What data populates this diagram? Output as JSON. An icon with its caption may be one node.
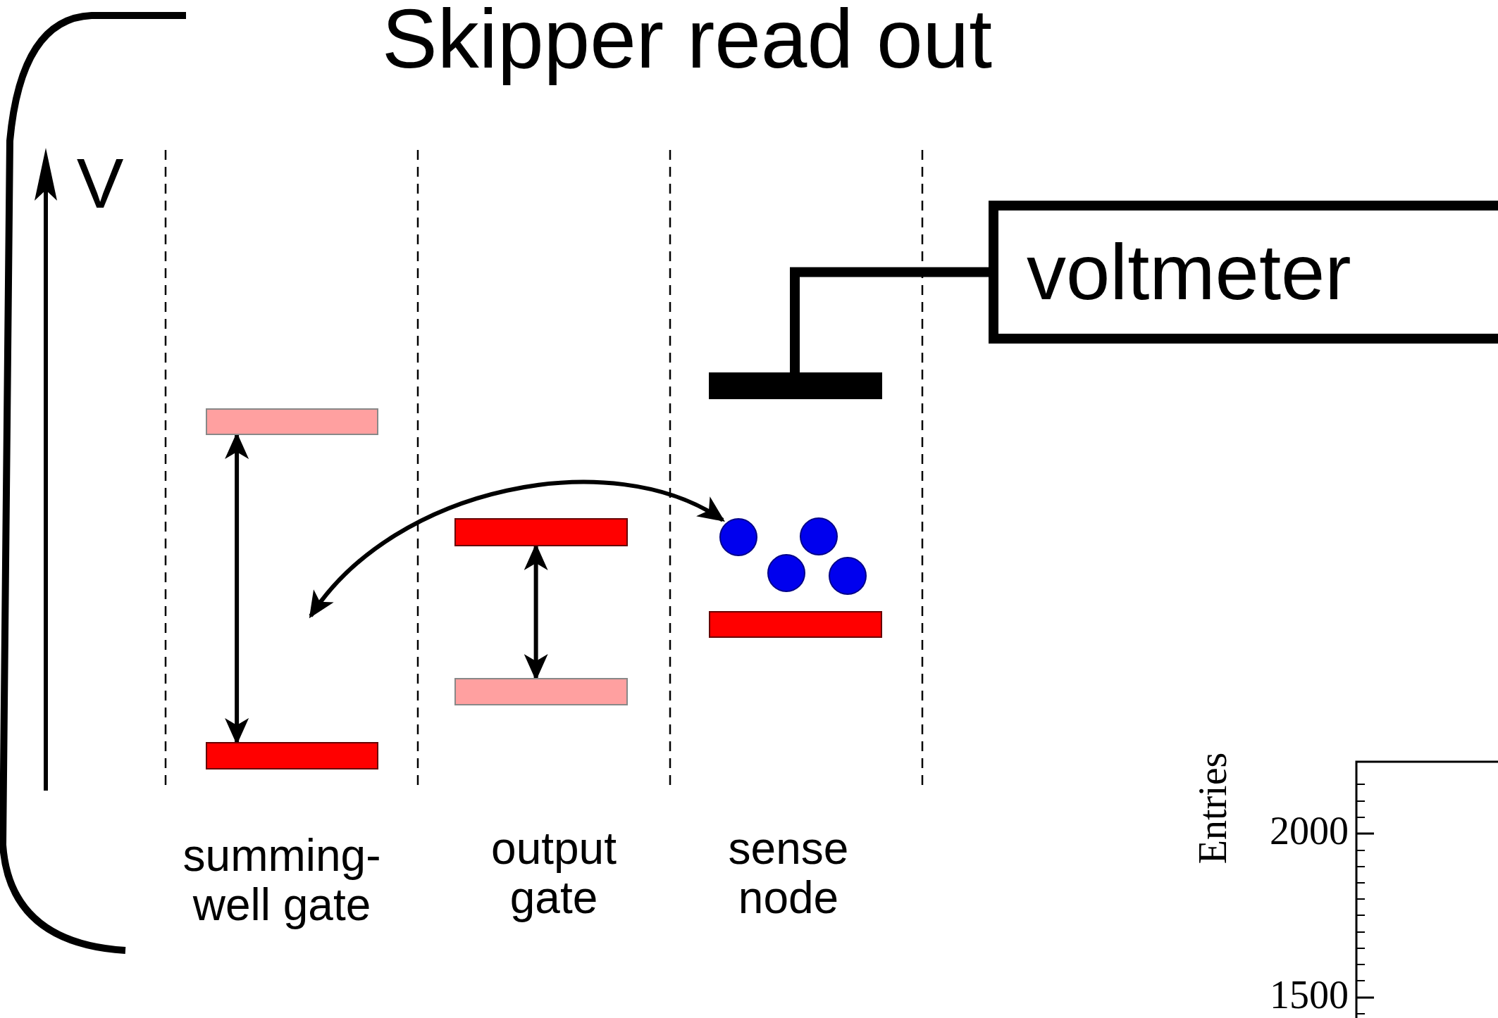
{
  "diagram": {
    "title": "Skipper read out",
    "nodes": [
      {
        "text": [
          "voltmeter"
        ]
      },
      {
        "text": [],
        "shape": "bar"
      },
      {
        "text": [],
        "shape": "bar"
      },
      {
        "text": [],
        "shape": "bar"
      },
      {
        "text": [],
        "shape": "circle"
      },
      {
        "text": [],
        "shape": "circle"
      },
      {
        "text": [],
        "shape": "circle"
      },
      {
        "text": [],
        "shape": "circle"
      },
      {
        "text": [],
        "shape": "bar"
      },
      {
        "text": [],
        "shape": "bar"
      },
      {
        "text": [],
        "shape": "bar"
      }
    ],
    "edges": [
      {
        "from": 2,
        "to": 10,
        "arrow": "both"
      },
      {
        "from": 3,
        "to": 9,
        "arrow": "both"
      },
      {
        "from": null,
        "to": 4,
        "arrow": "both"
      },
      {
        "from": 1,
        "to": 0,
        "arrow": "none",
        "style": "thick"
      }
    ],
    "labels": [
      "V",
      "summing-well gate",
      "output gate",
      "sense node",
      "Entries",
      "2000",
      "1500"
    ]
  }
}
